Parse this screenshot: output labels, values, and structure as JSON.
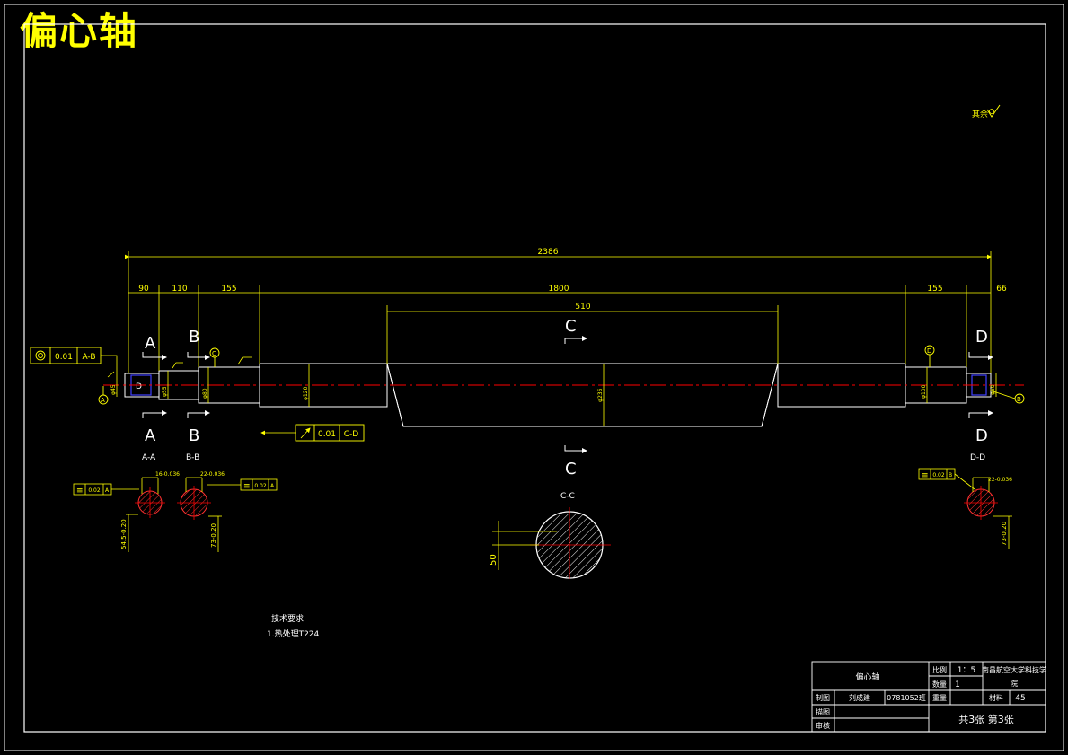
{
  "drawing_title": "偏心轴",
  "surface_note": "其余",
  "dimensions": {
    "overall": "2386",
    "seg1": "90",
    "seg2": "110",
    "seg3": "155",
    "seg_mid": "1800",
    "seg_center": "510",
    "seg5": "155",
    "seg6": "66",
    "left_d1": "φ45",
    "left_d2": "φ55",
    "left_d3": "φ80",
    "left_d4": "φ120",
    "center_d": "φ236",
    "right_d1": "φ100",
    "right_d2": "φ60"
  },
  "section_labels": {
    "a": "A",
    "b": "B",
    "c": "C",
    "d": "D",
    "aa": "A-A",
    "bb": "B-B",
    "cc": "C-C",
    "dd": "D-D"
  },
  "tolerance_frames": {
    "left_coax_value": "0.01",
    "left_coax_datum": "A-B",
    "runout_value": "0.01",
    "runout_datum": "C-D",
    "aa_sym": "0.02",
    "aa_datum": "A",
    "bb_sym": "0.02",
    "bb_datum": "A",
    "dd_sym": "0.02",
    "dd_datum": "B"
  },
  "datum_labels": {
    "a": "A",
    "b": "B",
    "c": "C",
    "d": "D",
    "key": "D"
  },
  "section_dims": {
    "aa_width": "16-0.036",
    "aa_depth": "54.5-0.20",
    "bb_width": "22-0.036",
    "bb_depth": "73-0.20",
    "cc_offset": "50",
    "dd_width": "22-0.036",
    "dd_depth": "73-0.20"
  },
  "tech_requirements": {
    "heading": "技术要求",
    "item1": "1.热处理T224"
  },
  "title_block": {
    "part_name": "偏心轴",
    "scale_label": "比例",
    "scale_value": "1：5",
    "qty_label": "数量",
    "qty_value": "1",
    "org_line1": "南昌航空大学科技学",
    "org_line2": "院",
    "drawn_label": "制图",
    "drawn_name": "刘成建",
    "drawn_id": "0781052班",
    "weight_label": "重量",
    "material_label": "材料",
    "material_value": "45",
    "design_label": "描图",
    "check_label": "审核",
    "sheets": "共3张  第3张"
  },
  "colors": {
    "background": "#000000",
    "outline": "#ffffff",
    "dimension": "#ffff00",
    "centerline": "#ff0000",
    "keyway": "#4040ff"
  }
}
